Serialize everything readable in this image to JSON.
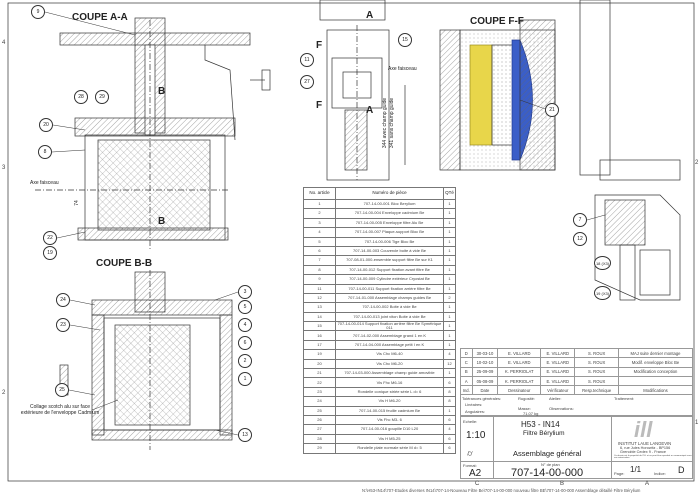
{
  "views": {
    "coupe_aa": "COUPE A-A",
    "coupe_bb": "COUPE B-B",
    "coupe_ff": "COUPE F-F",
    "section_letters": {
      "a": "A",
      "b": "B",
      "f": "F"
    }
  },
  "annotations": {
    "axe_faisceau": "Axe faisceau",
    "collage": "Collage scotch alu sur face extérieure de l'enveloppe Cadmium",
    "dim_guide": "344 avec champ guide",
    "dim_no_guide": "341 sans champ guide",
    "dim_small": "74"
  },
  "balloons": {
    "aa": [
      "9",
      "28",
      "29",
      "20",
      "8",
      "22",
      "19"
    ],
    "bb": [
      "24",
      "23",
      "25",
      "3",
      "5",
      "4",
      "6",
      "2",
      "1",
      "13"
    ],
    "center": [
      "15",
      "11",
      "27"
    ],
    "ff": [
      "21"
    ],
    "iso": [
      "7",
      "12",
      "18 (X3)",
      "19 (X3)"
    ]
  },
  "parts_table": {
    "headers": [
      "No. article",
      "Numéro de pièce",
      "QTé"
    ],
    "rows": [
      [
        "1",
        "707-14-00-001 Bloc Berylium",
        "1"
      ],
      [
        "2",
        "707-14-00-004 Enveloppe cadmium Be",
        "1"
      ],
      [
        "3",
        "707-14-00-005 Enveloppe filtre Alu Be",
        "1"
      ],
      [
        "4",
        "707-14-00-007 Plaque-support Bloc Be",
        "1"
      ],
      [
        "5",
        "707-14-00-006 Tige Bloc Be",
        "1"
      ],
      [
        "6",
        "707-14-00-003 Couvercle boite à vide Be",
        "1"
      ],
      [
        "7",
        "707-08-01-000-ensemble support filtre Be sur K1",
        "1"
      ],
      [
        "8",
        "707-14-00-012 Support fixation avant filtre Be",
        "1"
      ],
      [
        "9",
        "707-14-00-009 Cylindre extérieur Cryostat Be",
        "1"
      ],
      [
        "11",
        "707-14-00-011 Support fixation arrière filtre Be",
        "1"
      ],
      [
        "12",
        "707-14-01-000 Assemblage champs guides Be",
        "2"
      ],
      [
        "13",
        "707-14-00-002 Boite à vide Be",
        "1"
      ],
      [
        "14",
        "707-14-00-013 joint viton Boite à vide Be",
        "1"
      ],
      [
        "15",
        "707-14-00-014 Support fixation arrière filtre Be Symétrique 011",
        "1"
      ],
      [
        "16",
        "707-14-02-000 Assemblage grand 1 en K",
        "1"
      ],
      [
        "17",
        "707-14-04-000 Assemblage petit I en K",
        "1"
      ],
      [
        "19",
        "Vis Chc M6-40",
        "4"
      ],
      [
        "20",
        "Vis Chc M6-20",
        "12"
      ],
      [
        "21",
        "707-14-03-000 Assemblage champ guide amovible",
        "1"
      ],
      [
        "22",
        "Vis Fhc M6-16",
        "6"
      ],
      [
        "23",
        "Rondelle conique striée série L d= 6",
        "8"
      ],
      [
        "24",
        "Vis H M6-20",
        "8"
      ],
      [
        "25",
        "707-14-00-015 feuille cadmium Be",
        "1"
      ],
      [
        "26",
        "Vis Fhc M3- 6",
        "6"
      ],
      [
        "27",
        "707-14-00-016 goupille D10 L20",
        "4"
      ],
      [
        "28",
        "Vis H M5-25",
        "6"
      ],
      [
        "29",
        "Rondelle plate normale série M d= 5",
        "6"
      ]
    ]
  },
  "revisions": {
    "headers": [
      "Ind.",
      "Date",
      "Dessinateur",
      "Vérificateur",
      "Resp.technique",
      "Modifications"
    ],
    "rows": [
      [
        "D",
        "30-03-10",
        "E. VILLARD",
        "E. VILLARD",
        "S. ROUX",
        "MAJ suite dernier montage"
      ],
      [
        "C",
        "10-02-10",
        "E. VILLARD",
        "E. VILLARD",
        "S. ROUX",
        "Modif. enveloppe Bloc Be"
      ],
      [
        "B",
        "25-09-09",
        "K. PERRIOLAT",
        "E. VILLARD",
        "S. ROUX",
        "Modification conception"
      ],
      [
        "A",
        "05-08-09",
        "K. PERRIOLAT",
        "E. VILLARD",
        "S. ROUX",
        ""
      ]
    ]
  },
  "title_block": {
    "tolerances": "Tolérances générales:",
    "lineaires": "Linéaires:",
    "angulaires": "Angulaires:",
    "rugosite": "Rugosité:",
    "atelier": "Atelier:",
    "traitement": "Traitement:",
    "masse_label": "Masse:",
    "masse": "71.07 kg",
    "observations": "Observations:",
    "echelle_label": "Echelle:",
    "echelle": "1:10",
    "project": "H53 - IN14",
    "subtitle": "Filtre Bérylium",
    "drawing_title": "Assemblage général",
    "format_label": "Format:",
    "format": "A2",
    "plan_label": "N° de plan",
    "plan_number": "707-14-00-000",
    "page_label": "Page:",
    "page": "1/1",
    "indice_label": "Indice:",
    "indice": "D",
    "company_logo": "ill",
    "company": "INSTITUT LAUE LANGEVIN",
    "address1": "6, rue Jules Horowitz - BP156",
    "address2": "Grenoble Cedex 9 - France",
    "copyright": "Ce dessin est la propriété de l'ILL et ne peut être reproduit ou communiqué sans son autorisation"
  },
  "zones": {
    "bottom": [
      "C",
      "B",
      "A"
    ],
    "right": [
      "2",
      "1"
    ],
    "left": [
      "4",
      "3",
      "2"
    ]
  },
  "file_path": "N:\\H53-IN14\\707-Etudes diverses IN14\\707-14-Nouveau Filtre Be\\707-14-00-000 nouveau filtre BE\\707-14-00-000 Assemblage détaillé Filtre Bérylium",
  "colors": {
    "yellow": "#e8d64a",
    "blue": "#3a5ec8",
    "line": "#333333"
  }
}
